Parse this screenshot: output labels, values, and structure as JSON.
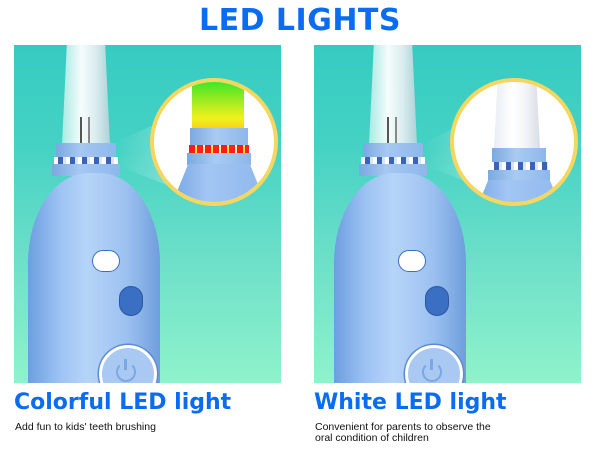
{
  "header": {
    "title": "LED LIGHTS"
  },
  "colors": {
    "accent_blue": "#0a6cf0",
    "panel_top": "#36cbc2",
    "panel_bottom": "#8ef3cb",
    "magnifier_ring": "#f5d760",
    "handle_blue": "#9ec4f4"
  },
  "panels": [
    {
      "id": "colorful",
      "title": "Colorful LED light",
      "subtitle": "Add fun to kids' teeth brushing",
      "magnifier_state": "colorful-glow",
      "icons": [
        "cloud-white-icon",
        "cloud-blue-icon",
        "power-icon"
      ]
    },
    {
      "id": "white",
      "title": "White LED light",
      "subtitle": "Convenient for parents to observe the oral condition of children",
      "subtitle_lines": [
        "Convenient for parents to observe the",
        "oral condition of children"
      ],
      "magnifier_state": "white-glow",
      "icons": [
        "cloud-white-icon",
        "cloud-blue-icon",
        "power-icon"
      ]
    }
  ]
}
